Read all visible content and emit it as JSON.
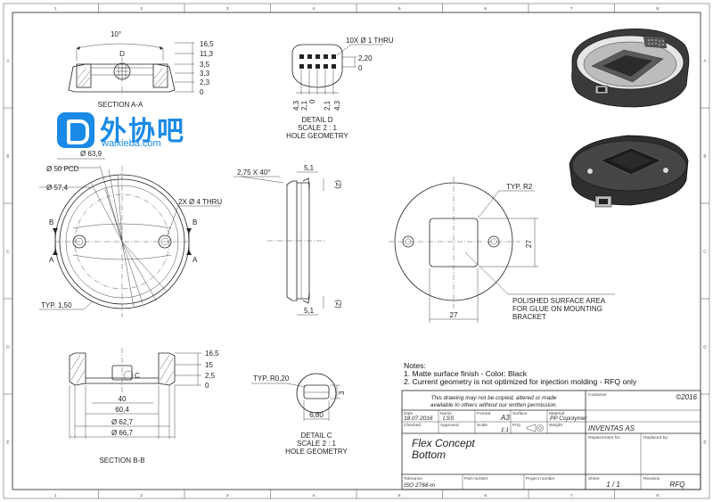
{
  "frame": {
    "top_zones": [
      "1",
      "2",
      "3",
      "4",
      "5",
      "6",
      "7",
      "8"
    ],
    "side_zones": [
      "A",
      "B",
      "C",
      "D",
      "E"
    ]
  },
  "watermark": {
    "brand_cn": "外协吧",
    "brand_en": "waixieba.com"
  },
  "views": {
    "section_aa": {
      "label": "SECTION A-A",
      "angle": "10°",
      "detail_marker": "D",
      "heights": [
        "16,5",
        "11,3",
        "3,5",
        "3,3",
        "2,3",
        "0"
      ]
    },
    "detail_d": {
      "label": "DETAIL D",
      "scale": "SCALE 2 : 1",
      "title": "HOLE GEOMETRY",
      "holes_note": "10X Ø 1 THRU",
      "right_dims": [
        "2,20",
        "0"
      ],
      "bottom_dims": [
        "4,3",
        "2,1",
        "0",
        "2,1",
        "4,3"
      ]
    },
    "front": {
      "d_outer": "Ø 63,9",
      "pcd": "Ø 50 PCD",
      "d_inner": "Ø 57,4",
      "holes": "2X Ø 4 THRU",
      "typ": "TYP. 1,50",
      "section_b": "B",
      "section_a": "A"
    },
    "side": {
      "chamfer": "2,75 X 40°",
      "top_dim": "5,1",
      "bottom_dim": "5,1",
      "ref_top": "(2)",
      "ref_bottom": "(2)"
    },
    "back": {
      "typ_r": "TYP. R2",
      "dim_vertical": "27",
      "dim_horizontal": "27",
      "callout": [
        "POLISHED SURFACE AREA",
        "FOR GLUE ON MOUNTING",
        "BRACKET"
      ]
    },
    "section_bb": {
      "label": "SECTION B-B",
      "heights": [
        "16,5",
        "15",
        "2,5",
        "0"
      ],
      "detail_marker": "C",
      "widths": [
        "40",
        "60,4",
        "Ø 62,7",
        "Ø 66,7"
      ]
    },
    "detail_c": {
      "label": "DETAIL C",
      "scale": "SCALE 2 : 1",
      "title": "HOLE GEOMETRY",
      "typ_r": "TYP. R0,20",
      "width": "6,80",
      "height": "3"
    }
  },
  "notes": {
    "heading": "Notes:",
    "items": [
      "1.    Matte surface finish - Color: Black",
      "2.    Current geometry is not optimized for injection molding - RFQ only"
    ]
  },
  "title_block": {
    "disclaimer": [
      "This drawing may not be copied, altered or made",
      "available to others without our written permission."
    ],
    "customer_label": "Customer",
    "copyright": "©2016",
    "date_label": "Date",
    "date": "18.07.2016",
    "name_label": "Name",
    "name": "LSS",
    "format_label": "Format",
    "format": "A3",
    "surface_label": "Surface",
    "material_label": "Material",
    "material": "PP Copolymer",
    "checked_label": "Checked",
    "approved_label": "Approved",
    "scale_label": "Scale",
    "scale": "1:1",
    "proj_label": "Proj.",
    "weight_label": "Weight",
    "company": "INVENTAS AS",
    "replacement_label": "Replacement for:",
    "replaced_label": "Replaced by:",
    "title_line1": "Flex Concept",
    "title_line2": "Bottom",
    "tolerance_label": "Tolerance",
    "tolerance": "ISO 2768-m",
    "partno_label": "Part number",
    "project_label": "Project number",
    "sheet_label": "Sheet",
    "sheet": "1 / 1",
    "revision_label": "Revision",
    "revision": "RFQ"
  }
}
